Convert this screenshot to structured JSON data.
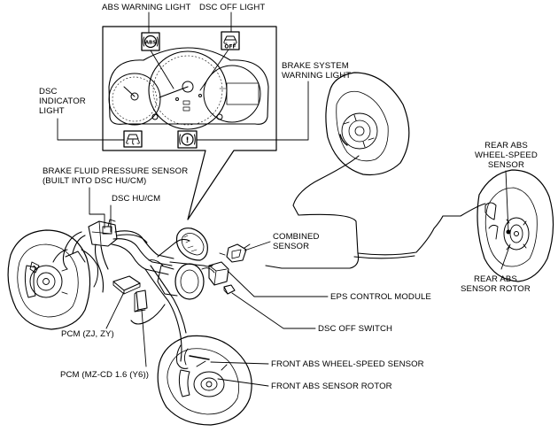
{
  "labels": {
    "abs_warning_light": "ABS WARNING LIGHT",
    "dsc_off_light": "DSC OFF LIGHT",
    "brake_system_warning_light": [
      "BRAKE SYSTEM",
      "WARNING LIGHT"
    ],
    "dsc_indicator_light": [
      "DSC",
      "INDICATOR",
      "LIGHT"
    ],
    "brake_fluid_pressure_sensor": [
      "BRAKE FLUID PRESSURE SENSOR",
      "(BUILT INTO DSC HU/CM)"
    ],
    "dsc_hu_cm": "DSC HU/CM",
    "combined_sensor": [
      "COMBINED",
      "SENSOR"
    ],
    "rear_abs_wheel_speed_sensor": [
      "REAR ABS",
      "WHEEL-SPEED",
      "SENSOR"
    ],
    "rear_abs_sensor_rotor": [
      "REAR ABS",
      "SENSOR ROTOR"
    ],
    "eps_control_module": "EPS CONTROL MODULE",
    "dsc_off_switch": "DSC OFF SWITCH",
    "pcm_zj_zy": "PCM (ZJ, ZY)",
    "pcm_mz_cd": "PCM (MZ-CD 1.6 (Y6))",
    "front_abs_wheel_speed_sensor": "FRONT ABS WHEEL-SPEED SENSOR",
    "front_abs_sensor_rotor": "FRONT ABS SENSOR ROTOR"
  },
  "cluster_icons": {
    "abs": "ABS",
    "dsc_off": "OFF",
    "brake": "!"
  },
  "icons": [
    "abs-warning-icon",
    "dsc-off-icon",
    "brake-warning-icon",
    "dsc-indicator-icon"
  ]
}
